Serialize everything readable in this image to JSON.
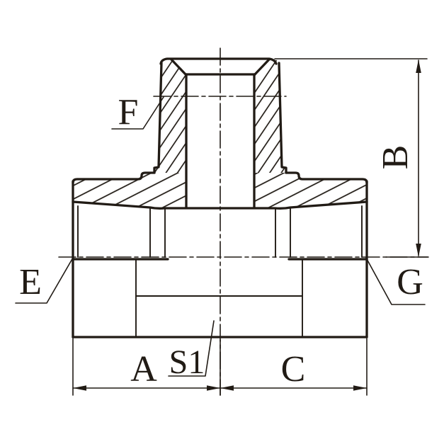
{
  "colors": {
    "line": "#211b15",
    "background": "#ffffff"
  },
  "labels": {
    "top_thread": "F",
    "height_dim": "B",
    "left_port": "E",
    "right_port": "G",
    "left_length_dim": "A",
    "hex_across_flats": "S1",
    "right_length_dim": "C"
  }
}
